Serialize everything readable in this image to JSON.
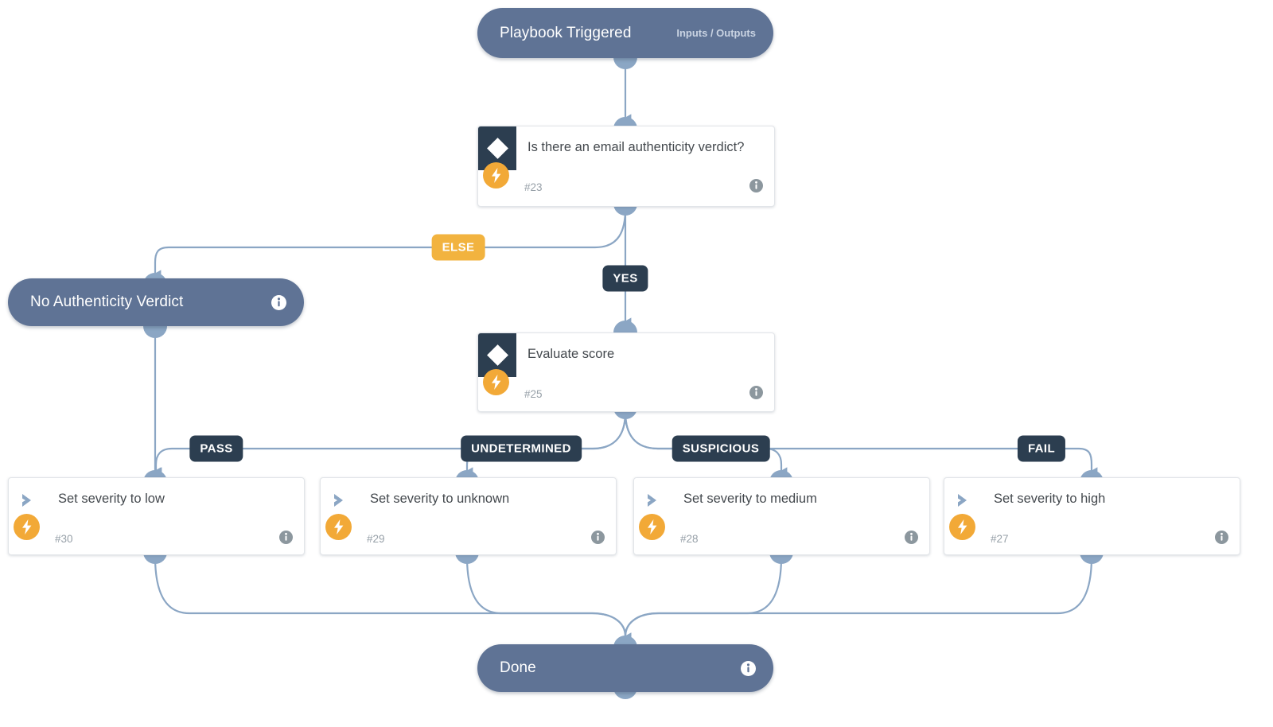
{
  "diagram": {
    "type": "playbook-workflow",
    "palette": {
      "terminator_fill": "#5f7395",
      "card_icon_fill": "#2c3e50",
      "bolt_fill": "#f2a937",
      "edge_stroke": "#8ba6c4",
      "badge_dark": "#2c3e50",
      "badge_amber": "#f2b33f",
      "canvas_bg": "#ffffff"
    },
    "nodes": [
      {
        "id": "trigger",
        "kind": "terminator",
        "title": "Playbook Triggered",
        "subtitle": "Inputs / Outputs",
        "has_info": false
      },
      {
        "id": "cond23",
        "kind": "condition",
        "title": "Is there an email authenticity verdict?",
        "step_id": "#23",
        "icon": "diamond-icon",
        "badge_icon": "lightning-bolt-icon",
        "has_info": true
      },
      {
        "id": "no-verdict",
        "kind": "terminator",
        "title": "No Authenticity Verdict",
        "subtitle": "",
        "has_info": true
      },
      {
        "id": "cond25",
        "kind": "condition",
        "title": "Evaluate score",
        "step_id": "#25",
        "icon": "diamond-icon",
        "badge_icon": "lightning-bolt-icon",
        "has_info": true
      },
      {
        "id": "sev-low",
        "kind": "action",
        "title": "Set severity to low",
        "step_id": "#30",
        "icon": "chevron-right-icon",
        "badge_icon": "lightning-bolt-icon",
        "has_info": true
      },
      {
        "id": "sev-unknown",
        "kind": "action",
        "title": "Set severity to unknown",
        "step_id": "#29",
        "icon": "chevron-right-icon",
        "badge_icon": "lightning-bolt-icon",
        "has_info": true
      },
      {
        "id": "sev-medium",
        "kind": "action",
        "title": "Set severity to medium",
        "step_id": "#28",
        "icon": "chevron-right-icon",
        "badge_icon": "lightning-bolt-icon",
        "has_info": true
      },
      {
        "id": "sev-high",
        "kind": "action",
        "title": "Set severity to high",
        "step_id": "#27",
        "icon": "chevron-right-icon",
        "badge_icon": "lightning-bolt-icon",
        "has_info": true
      },
      {
        "id": "done",
        "kind": "terminator",
        "title": "Done",
        "subtitle": "",
        "has_info": true
      }
    ],
    "edge_labels": [
      {
        "id": "else",
        "text": "ELSE",
        "style": "amber",
        "from": "cond23",
        "to": "no-verdict"
      },
      {
        "id": "yes",
        "text": "YES",
        "style": "dark",
        "from": "cond23",
        "to": "cond25"
      },
      {
        "id": "pass",
        "text": "PASS",
        "style": "dark",
        "from": "cond25",
        "to": "sev-low"
      },
      {
        "id": "undetermined",
        "text": "UNDETERMINED",
        "style": "dark",
        "from": "cond25",
        "to": "sev-unknown"
      },
      {
        "id": "suspicious",
        "text": "SUSPICIOUS",
        "style": "dark",
        "from": "cond25",
        "to": "sev-medium"
      },
      {
        "id": "fail",
        "text": "FAIL",
        "style": "dark",
        "from": "cond25",
        "to": "sev-high"
      }
    ]
  }
}
